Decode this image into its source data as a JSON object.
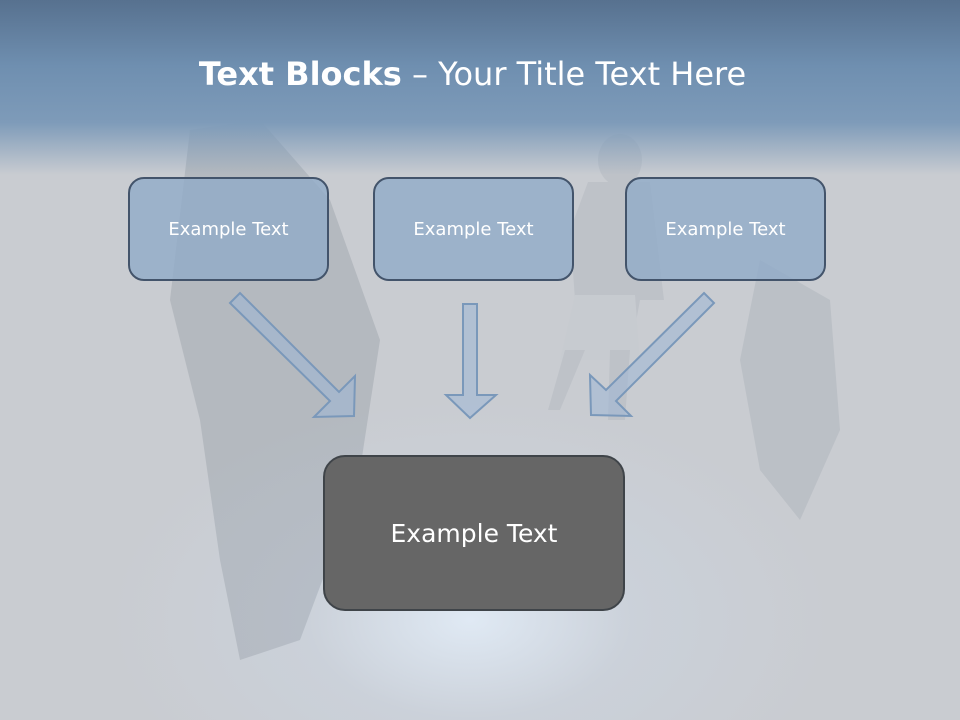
{
  "slide": {
    "title_bold": "Text Blocks",
    "title_dash": " – ",
    "title_rest": "Your Title Text Here"
  },
  "blocks": [
    {
      "label": "Example Text"
    },
    {
      "label": "Example Text"
    },
    {
      "label": "Example Text"
    }
  ],
  "main_block": {
    "label": "Example Text"
  },
  "colors": {
    "header_band": "#6f8fb0",
    "block_fill": "#8faac8",
    "block_border": "#43546b",
    "main_block_fill": "#666666",
    "arrow_fill": "#9cb7d5"
  }
}
